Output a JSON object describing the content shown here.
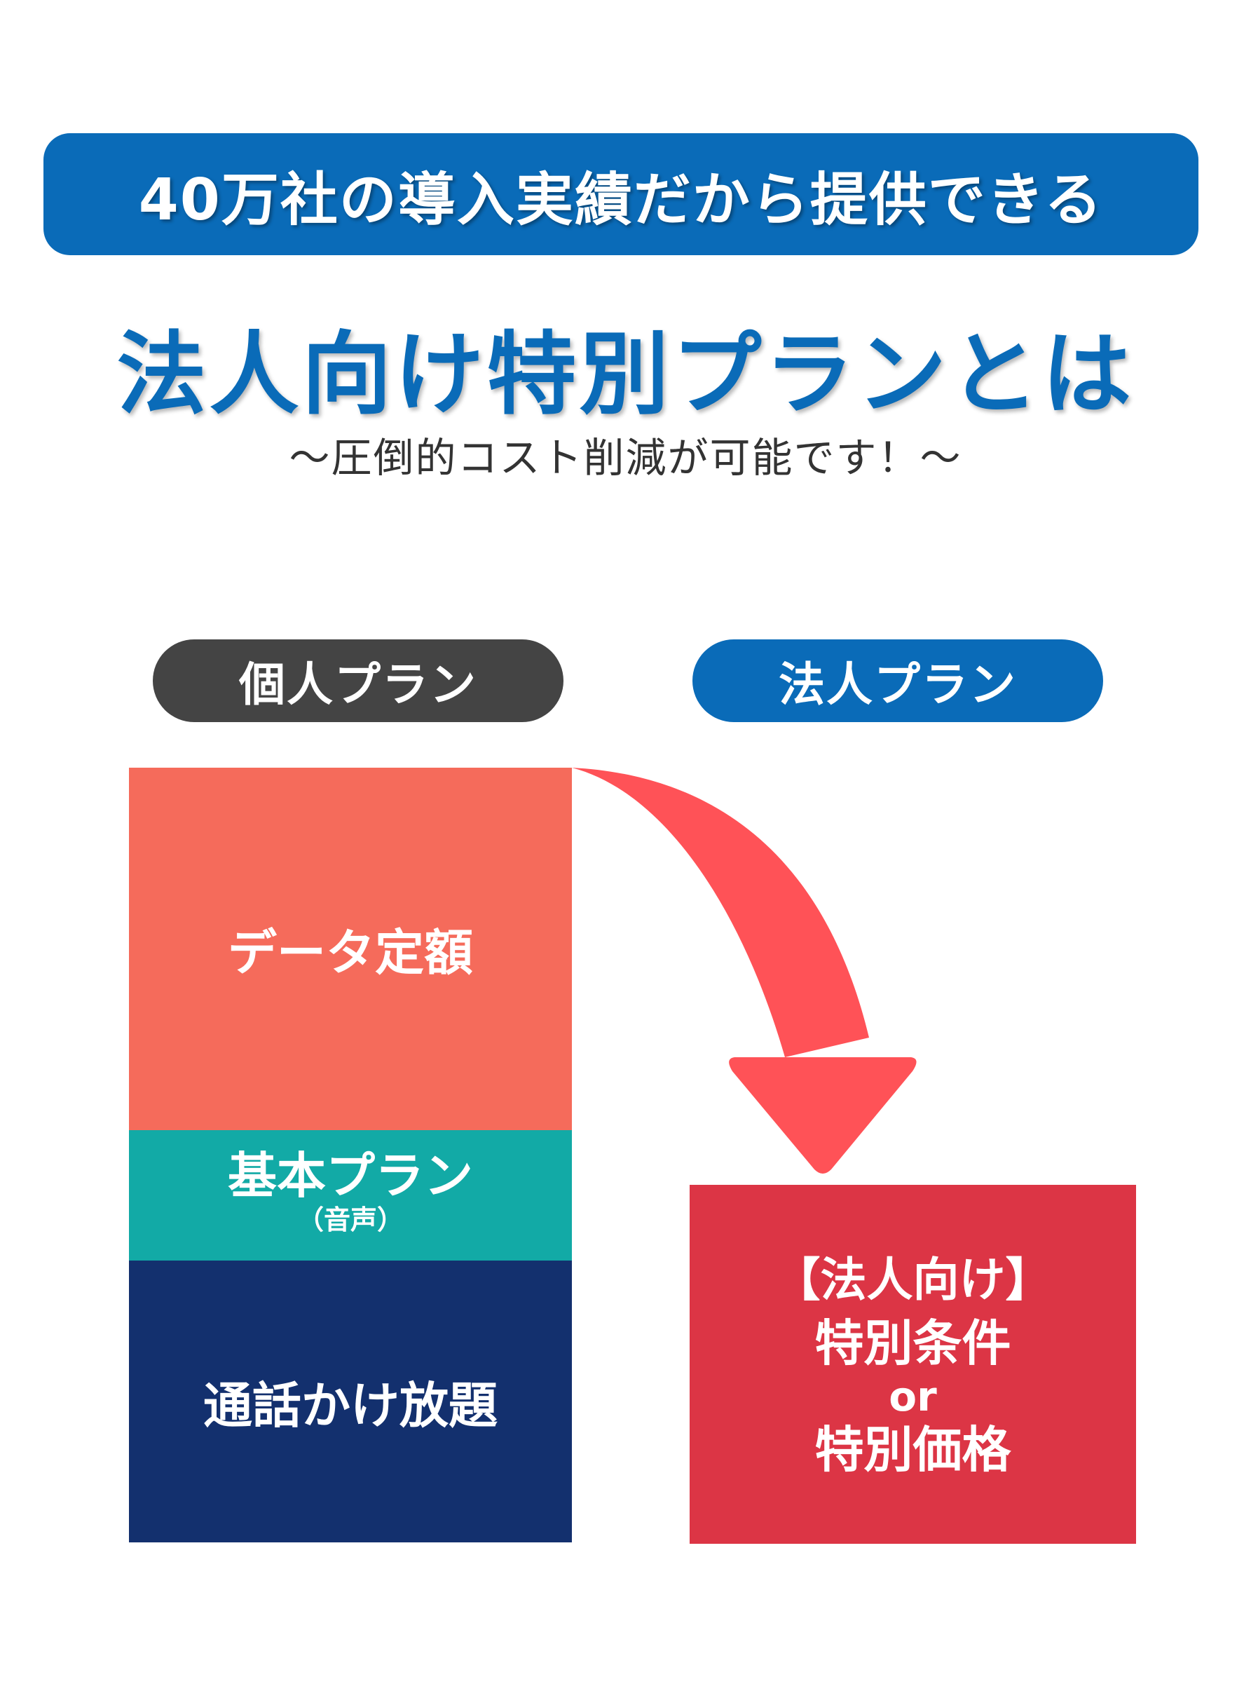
{
  "banner": {
    "text": "40万社の導入実績だから提供できる",
    "color": "#0a6bb8"
  },
  "title": "法人向け特別プランとは",
  "subtitle": "～圧倒的コスト削減が可能です！～",
  "plans": {
    "personal_label": "個人プラン",
    "corporate_label": "法人プラン"
  },
  "personal_stack": {
    "data_flat": "データ定額",
    "basic_plan": "基本プラン",
    "basic_plan_sub": "（音声）",
    "unlimited_calls": "通話かけ放題"
  },
  "corporate_block": {
    "line1": "【法人向け】",
    "line2": "特別条件",
    "line3": "or",
    "line4": "特別価格"
  },
  "colors": {
    "brand_blue": "#0a6bb8",
    "personal_pill": "#444444",
    "data_block": "#f56b5b",
    "basic_block": "#12aaa6",
    "call_block": "#13306e",
    "corporate_block": "#dc3545",
    "arrow": "#ff5257"
  },
  "icons": {
    "arrow": "curved-down-arrow-icon"
  }
}
